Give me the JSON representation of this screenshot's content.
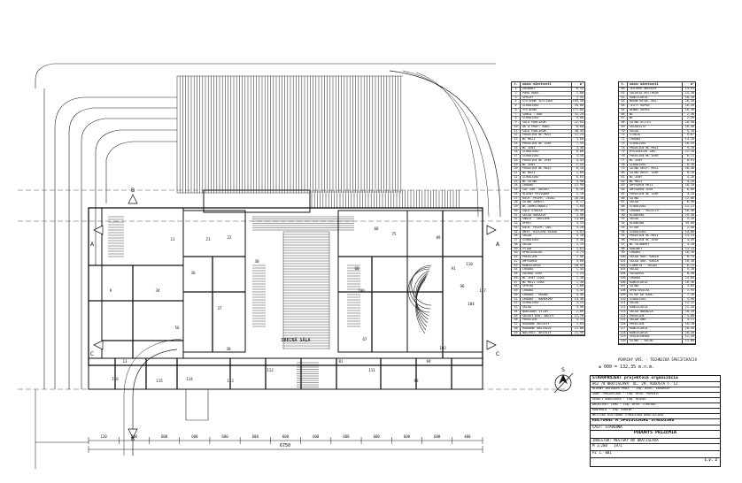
{
  "legend_left": {
    "headers": [
      "č.",
      "názov miestnosti",
      "m²"
    ],
    "rows": [
      [
        "1",
        "ZÁCHODY",
        "6,12"
      ],
      [
        "2",
        "PORD.ROBA",
        "1,00"
      ],
      [
        "3",
        "SPRCHY",
        "2,95"
      ],
      [
        "4",
        "VÝSTAVNÉ VESTIBUL",
        "199,50"
      ],
      [
        "5",
        "SCHODISKO",
        "20,00"
      ],
      [
        "6",
        "VÝSTAVNÁ",
        "171,00"
      ],
      [
        "7",
        "SAMCA - BAR",
        "32,24"
      ],
      [
        "8",
        "SCHODISKO",
        "9,80"
      ],
      [
        "9",
        "SÁLA PUBLIKUM",
        "22,05"
      ],
      [
        "10",
        "AK a PROF. KANC.",
        "8,60"
      ],
      [
        "11",
        "SÁLA PUBLIKUM",
        "38,44"
      ],
      [
        "12",
        "PREDSIEŇ WC MUŽI",
        "11,23"
      ],
      [
        "13",
        "WC MUŽI",
        "3,60"
      ],
      [
        "14",
        "PREDSIEŇ WC ŽENY",
        "7,55"
      ],
      [
        "15",
        "WC ŽENY",
        "3,46"
      ],
      [
        "16",
        "SCHODISKO",
        "6,66"
      ],
      [
        "17",
        "SCHODISKO",
        "4,50"
      ],
      [
        "18",
        "PREDSIEŇ WC ŽENY",
        "4,43"
      ],
      [
        "19",
        "WC ŽENY",
        "2,52"
      ],
      [
        "20",
        "PREDSIEŇ WC MUŽI",
        "6,10"
      ],
      [
        "21",
        "WC MUŽI",
        "1,60"
      ],
      [
        "22",
        "SCHODISKO",
        "6,65"
      ],
      [
        "23",
        "WC ŠATŇA",
        "4,50"
      ],
      [
        "24",
        "CHODBA",
        "12,90"
      ],
      [
        "25",
        "SOC.ZAR. OBJEKT",
        "8,45"
      ],
      [
        "26",
        "HLAVNÝ PRÍVODNÝ",
        "2,10"
      ],
      [
        "27",
        "KUCH. PRÍPR. JEDÁL",
        "28,40"
      ],
      [
        "28",
        "ŠATŇA ZAMEST.",
        "6,17"
      ],
      [
        "29",
        "WC ZAMESTNANCI",
        "1,60"
      ],
      [
        "30",
        "SÁLA ŠTÚDIA",
        "20,45"
      ],
      [
        "31",
        "SKLAD OBRAZOV",
        "4,90"
      ],
      [
        "32",
        "SNACK - OBSLUHA",
        "14,86"
      ],
      [
        "33",
        "UPRAT.",
        "4,55"
      ],
      [
        "34",
        "KUCH. PRÍPR. OBČ.",
        "3,20"
      ],
      [
        "35",
        "UMÝV. BIELEHO RIADU",
        "3,81"
      ],
      [
        "36",
        "SKLAD",
        "5,10"
      ],
      [
        "37",
        "SCHODISKO",
        "5,46"
      ],
      [
        "38",
        "SKLAD",
        "2,19"
      ],
      [
        "39",
        "VÝŤAH",
        "1,61"
      ],
      [
        "40",
        "UPRATOVAČKA",
        "2,74"
      ],
      [
        "41",
        "PREDSIEŇ",
        "1,56"
      ],
      [
        "42",
        "UMÝVÁREŇ",
        "4,60"
      ],
      [
        "43",
        "KANCELÁRIA",
        "18,55"
      ],
      [
        "44",
        "CHODBA",
        "1,44"
      ],
      [
        "45",
        "ZÁCHOD ŽENY",
        "1,23"
      ],
      [
        "46",
        "WC ŽENY LEBA",
        "1,30"
      ],
      [
        "47",
        "WC MUŽI LEBA",
        "1,30"
      ],
      [
        "48",
        "SPRCHA",
        "1,66"
      ],
      [
        "49",
        "CHODBA",
        "4,42"
      ],
      [
        "50",
        "CHODBA - HUDBA",
        "4,46"
      ],
      [
        "51",
        "CHODBA - NAHRÁVKY",
        "14,38"
      ],
      [
        "52",
        "SCHODISKO",
        "3,12"
      ],
      [
        "53",
        "SKLAD",
        "3,96"
      ],
      [
        "54",
        "NÁKLADNÝ VÝŤAH",
        "2,09"
      ],
      [
        "55",
        "SKLADY HUD. NÁSTR.",
        "11,78"
      ],
      [
        "56",
        "PREDSIEŇ",
        "4,13"
      ],
      [
        "57",
        "HUDOBNÉ ARCHÍVY",
        "2,64"
      ],
      [
        "58",
        "HUDOBNÉ NÁSTROJE",
        "21,06"
      ],
      [
        "59",
        "NÁSTROJ. ARCHÍVY",
        "21,99"
      ]
    ]
  },
  "legend_right": {
    "headers": [
      "č.",
      "názov miestnosti",
      "m²"
    ],
    "rows": [
      [
        "60",
        "TEXTOVÉ ARCHÍVY",
        "13,91"
      ],
      [
        "61",
        "SOLARIÁ RÉSTYKUR",
        "15,30"
      ],
      [
        "62",
        "KANCELÁRIA",
        "18,10"
      ],
      [
        "63",
        "MAGNETOFÓN. MUZ.",
        "16,10"
      ],
      [
        "64",
        "TEXTY KOPKA",
        "16,20"
      ],
      [
        "65",
        "DENNÝ KOPKA",
        "16,36"
      ],
      [
        "66",
        "WC",
        "2,36"
      ],
      [
        "67",
        "WC",
        "2,20"
      ],
      [
        "68",
        "ŠATŇA UČITEĽ",
        "10,90"
      ],
      [
        "69",
        "SKLADIŠTE",
        "16,40"
      ],
      [
        "70",
        "SKLAD",
        "5,18"
      ],
      [
        "71",
        "ŠTÚDIO",
        "9,07"
      ],
      [
        "72",
        "CHODBA",
        "14,16"
      ],
      [
        "73",
        "SCHODISKO",
        "16,25"
      ],
      [
        "74",
        "PREDSIEŇ WC MUŽI",
        "5,10"
      ],
      [
        "75",
        "HYGIENICKÉ ZAR.",
        "12,10"
      ],
      [
        "76",
        "PREDSIEŇ WC ŽENY",
        "6,11"
      ],
      [
        "77",
        "WC ŽENY",
        "0,91"
      ],
      [
        "78",
        "SCHODISKO",
        "6,16"
      ],
      [
        "79",
        "ŠATŇA ORCH. MUŽI",
        "20,40"
      ],
      [
        "80",
        "ŠATŇA ORCH. ŽENY",
        "8,10"
      ],
      [
        "81",
        "WC ŽENY",
        "4,26"
      ],
      [
        "82",
        "WC MUŽI",
        "4,26"
      ],
      [
        "83",
        "UMÝVÁREŇ MUŽI",
        "10,10"
      ],
      [
        "84",
        "UMÝVÁREŇ ŽENY",
        "6,80"
      ],
      [
        "85",
        "PREDSIEŇ WC ŽENY",
        "4,20"
      ],
      [
        "86",
        "ŠATŇA",
        "12,86"
      ],
      [
        "87",
        "SKLAD",
        "6,98"
      ],
      [
        "88",
        "SCHODISKO",
        "11,21"
      ],
      [
        "89",
        "CHODBA - REGISTR.",
        "16,36"
      ],
      [
        "90",
        "KLUBOVŇA",
        "19,40"
      ],
      [
        "91",
        "SKLAD",
        "5,20"
      ],
      [
        "92",
        "KLUBOVŇA",
        "49,86"
      ],
      [
        "93",
        "VÝŤAH",
        "2,40"
      ],
      [
        "94",
        "SCHODISKO",
        "14,06"
      ],
      [
        "95",
        "PREDSIEŇ WC MUŽI",
        "13,14"
      ],
      [
        "96",
        "PREDSIEŇ WC ŽENY",
        "4,49"
      ],
      [
        "97",
        "WC ŠATNÁRKY",
        "4,10"
      ],
      [
        "98",
        "KABINET",
        "13,14"
      ],
      [
        "99",
        "CHODBA",
        "16,16"
      ],
      [
        "100",
        "SKLAD HOR. KABÍN",
        "8,74"
      ],
      [
        "101",
        "SKLAD OBR. KABÍN",
        "10,30"
      ],
      [
        "102",
        "LIBRETÁ - SKLAD",
        "6,12"
      ],
      [
        "103",
        "SKLAD",
        "5,20"
      ],
      [
        "104",
        "SKLADOVÁ",
        "8,40"
      ],
      [
        "105",
        "CHODBA",
        "14,60"
      ],
      [
        "106",
        "KANCELÁRIA",
        "10,36"
      ],
      [
        "107",
        "ŠATŇA",
        "3,05"
      ],
      [
        "108",
        "UPRATOVAČKA",
        "1,95"
      ],
      [
        "109",
        "VSTUP DO KANC.",
        "7,16"
      ],
      [
        "110",
        "SCHODISKO",
        "3,90"
      ],
      [
        "111",
        "SKLAD",
        "12,12"
      ],
      [
        "112",
        "KANCELÁRIA",
        "12,28"
      ],
      [
        "113",
        "SKLAD NÁRADIA",
        "10,18"
      ],
      [
        "114",
        "PREDSIEŇ",
        "4,60"
      ],
      [
        "115",
        "SKLAD OBR.",
        "4,11"
      ],
      [
        "116",
        "PREDSIEŇ",
        "10,18"
      ],
      [
        "117",
        "KANCELÁRIA",
        "10,44"
      ],
      [
        "118",
        "KANCELÁRIA",
        "10,28"
      ],
      [
        "119",
        "SPOLOČENSKÁ",
        "12,26"
      ],
      [
        "120",
        "ŠATŇA - SKLAD",
        "12,00"
      ]
    ]
  },
  "notes": {
    "technical": "POVRCHY VRŠ. - TECHNICKÁ ŠPECIFIKÁCIA",
    "level": "± 000 = 132,35 m.n.m."
  },
  "plan_labels": {
    "hall": "OBECNÁ SÁLA",
    "north": "S",
    "sections": [
      "A",
      "A",
      "B",
      "B",
      "C",
      "C"
    ],
    "rooms": [
      "9",
      "11",
      "13",
      "21",
      "22",
      "30",
      "34",
      "36",
      "37",
      "38",
      "56",
      "60",
      "67",
      "68",
      "75",
      "81",
      "89",
      "91",
      "94",
      "96",
      "99",
      "100",
      "103",
      "104",
      "110",
      "111",
      "112",
      "113",
      "114",
      "115",
      "116",
      "117"
    ],
    "dim_total": "6750",
    "dims": [
      "120",
      "200",
      "600",
      "600",
      "600",
      "600",
      "600",
      "600",
      "600",
      "600",
      "600",
      "600",
      "400"
    ]
  },
  "title_block": {
    "org": "STAVOPROJEKT projektová organizácia",
    "city": "862 78 BRATISLAVA",
    "street": "UL. 29. AUGUSTA č. 12",
    "roles": [
      "HLAVNÝ INŽINIER PROJ.",
      "ZODP. PROJEKTANT",
      "VEDÚCI ODDELENIA",
      "ARCHITEKT TÍMU",
      "KONTROLA"
    ],
    "names": [
      "Ing. arch. ZÁHORSKÝ",
      "Ing. arch. POPOVIČ",
      "Ing. HLAVÁČ",
      "Ing. arch. STRESKO",
      "Ing. KUBINY"
    ],
    "project": "MESTSKÉ KULTÚRNE STREDISKO BRATISLAVA",
    "project2": "KULTÚRNE A SPOLOČENSKÉ STREDISKO",
    "part": "ČASŤ: STAVEBNÁ",
    "drawing": "PÔDORYS PRÍZEMIA",
    "investor": "INVESTOR: MESTSKÝ NV BRATISLAVA",
    "scale": "M 1:200",
    "sheet_no": "č.v. 2",
    "date": "1971",
    "drawing_code": "PZ 1. 001"
  }
}
